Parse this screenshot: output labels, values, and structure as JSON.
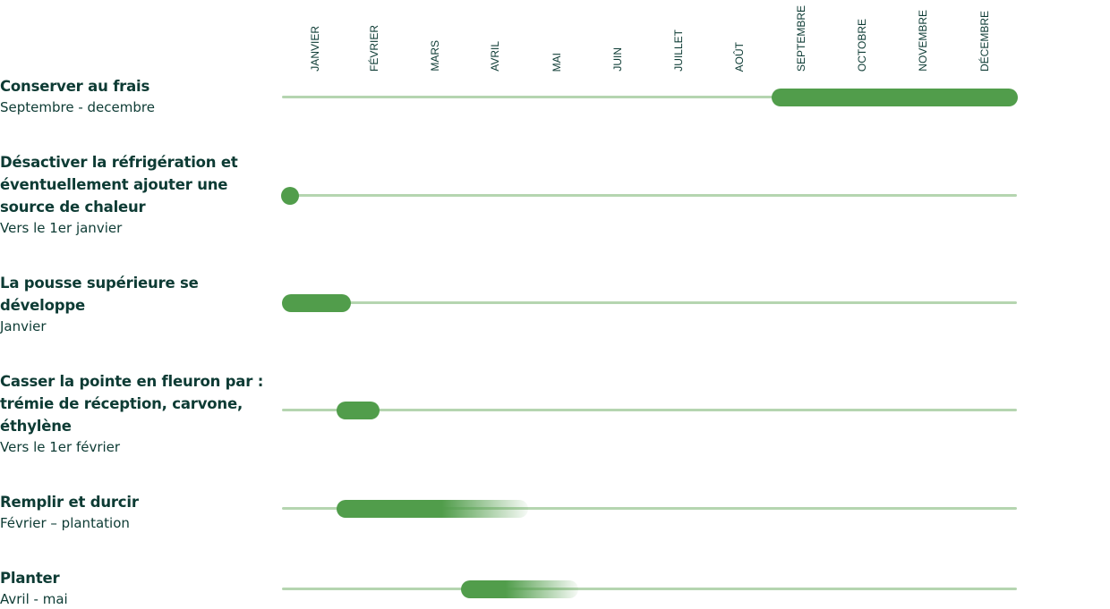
{
  "months": [
    "JANVIER",
    "FÉVRIER",
    "MARS",
    "AVRIL",
    "MAI",
    "JUIN",
    "JUILLET",
    "AOÛT",
    "SEPTEMBRE",
    "OCTOBRE",
    "NOVEMBRE",
    "DÉCEMBRE"
  ],
  "accent": "#519d4b",
  "rows": [
    {
      "title": "Conserver au frais",
      "subtitle": "Septembre - decembre"
    },
    {
      "title": "Désactiver la réfrigération et éventuellement ajouter une source de chaleur",
      "subtitle": "Vers le 1er janvier"
    },
    {
      "title": "La pousse supérieure se développe",
      "subtitle": "Janvier"
    },
    {
      "title": "Casser la pointe en fleuron par : trémie de réception, carvone, éthylène",
      "subtitle": "Vers le 1er février"
    },
    {
      "title": "Remplir et durcir",
      "subtitle": "Février – plantation"
    },
    {
      "title": "Planter",
      "subtitle": "Avril - mai"
    }
  ]
}
